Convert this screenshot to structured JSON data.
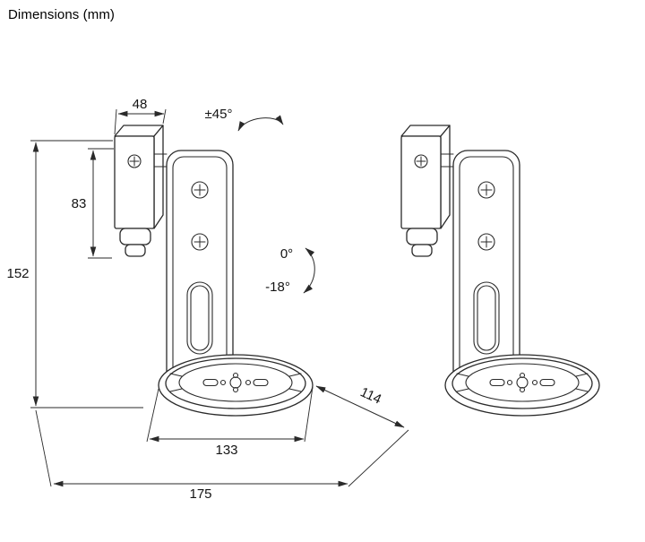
{
  "title": "Dimensions (mm)",
  "dimensions": {
    "wall_plate_depth": "48",
    "wall_plate_height": "83",
    "overall_height": "152",
    "dish_width": "133",
    "overall_width": "175",
    "dish_depth": "114"
  },
  "rotation": {
    "swivel_range": "±45°",
    "tilt_max": "0°",
    "tilt_min": "-18°"
  },
  "colors": {
    "line": "#2a2a2a",
    "background": "#ffffff"
  }
}
